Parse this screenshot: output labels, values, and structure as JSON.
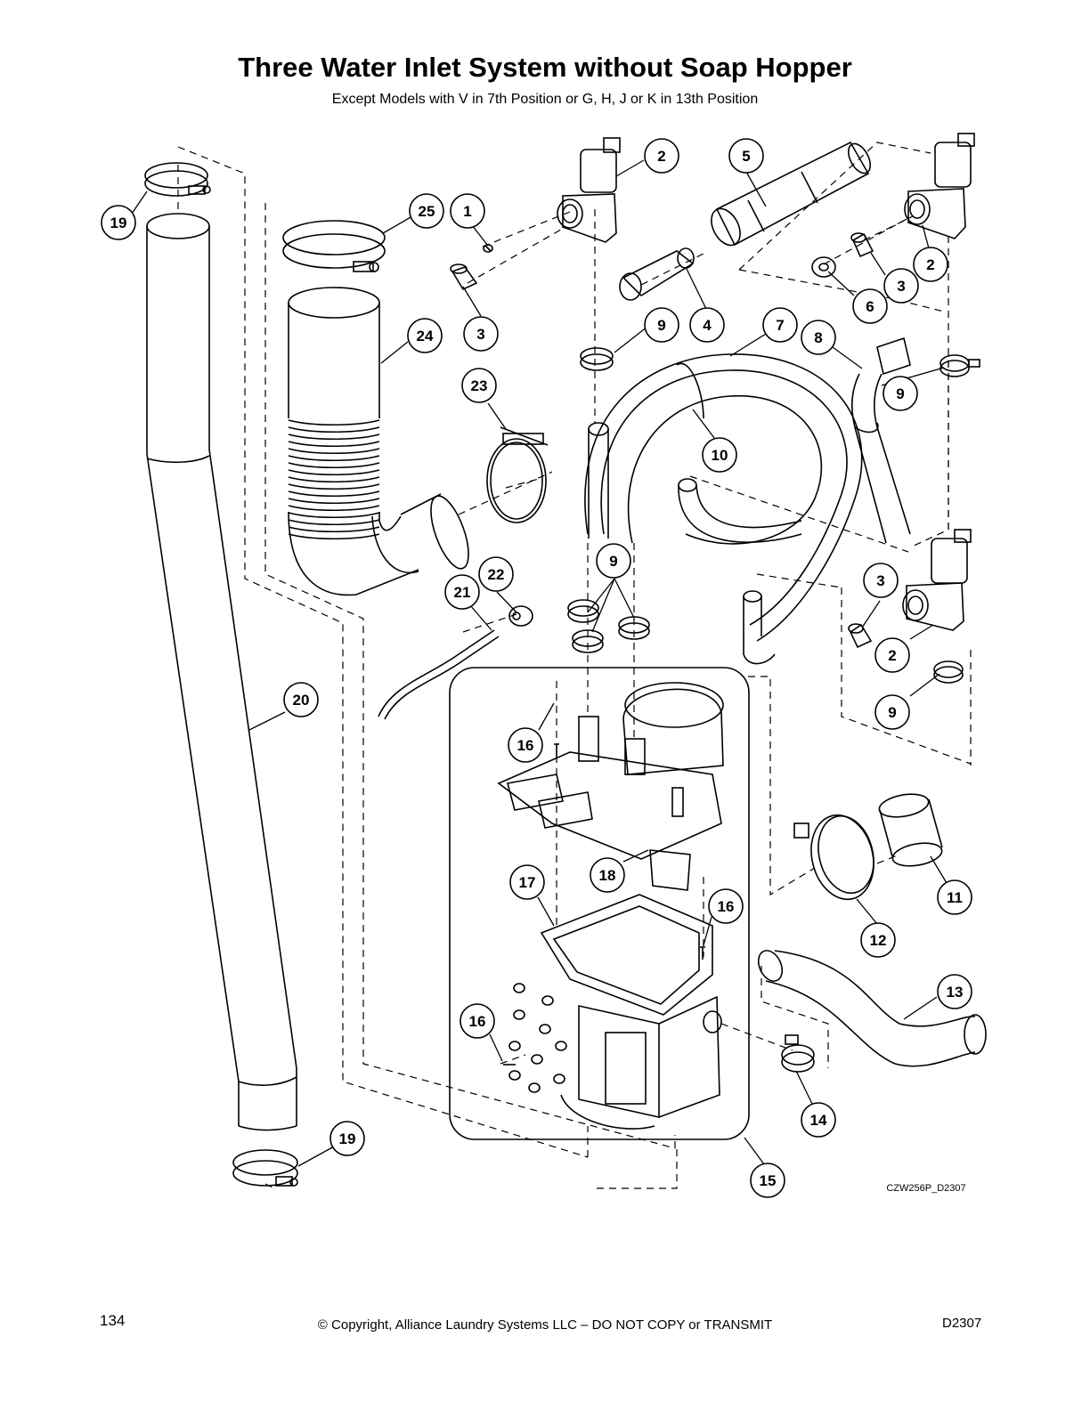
{
  "header": {
    "title": "Three Water Inlet System without Soap Hopper",
    "subtitle": "Except Models with V in 7th Position or G, H, J or K in 13th Position"
  },
  "diagram": {
    "drawing_code": "CZW256P_D2307",
    "callouts": [
      {
        "id": "c1",
        "text": "1"
      },
      {
        "id": "c2a",
        "text": "2"
      },
      {
        "id": "c2b",
        "text": "2"
      },
      {
        "id": "c2c",
        "text": "2"
      },
      {
        "id": "c3a",
        "text": "3"
      },
      {
        "id": "c3b",
        "text": "3"
      },
      {
        "id": "c3c",
        "text": "3"
      },
      {
        "id": "c4",
        "text": "4"
      },
      {
        "id": "c5",
        "text": "5"
      },
      {
        "id": "c6",
        "text": "6"
      },
      {
        "id": "c7",
        "text": "7"
      },
      {
        "id": "c8",
        "text": "8"
      },
      {
        "id": "c9a",
        "text": "9"
      },
      {
        "id": "c9b",
        "text": "9"
      },
      {
        "id": "c9c",
        "text": "9"
      },
      {
        "id": "c9d",
        "text": "9"
      },
      {
        "id": "c10",
        "text": "10"
      },
      {
        "id": "c11",
        "text": "11"
      },
      {
        "id": "c12",
        "text": "12"
      },
      {
        "id": "c13",
        "text": "13"
      },
      {
        "id": "c14",
        "text": "14"
      },
      {
        "id": "c15",
        "text": "15"
      },
      {
        "id": "c16a",
        "text": "16"
      },
      {
        "id": "c16b",
        "text": "16"
      },
      {
        "id": "c16c",
        "text": "16"
      },
      {
        "id": "c17",
        "text": "17"
      },
      {
        "id": "c18",
        "text": "18"
      },
      {
        "id": "c19a",
        "text": "19"
      },
      {
        "id": "c19b",
        "text": "19"
      },
      {
        "id": "c20",
        "text": "20"
      },
      {
        "id": "c21",
        "text": "21"
      },
      {
        "id": "c22",
        "text": "22"
      },
      {
        "id": "c23",
        "text": "23"
      },
      {
        "id": "c24",
        "text": "24"
      },
      {
        "id": "c25",
        "text": "25"
      }
    ]
  },
  "footer": {
    "page_number": "134",
    "copyright": "© Copyright, Alliance Laundry Systems LLC – DO NOT COPY or TRANSMIT",
    "doc_code": "D2307"
  }
}
